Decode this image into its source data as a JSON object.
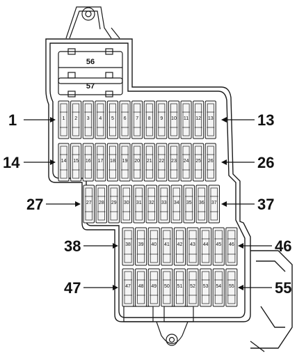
{
  "relays": [
    {
      "id": "relay-56",
      "label": "56"
    },
    {
      "id": "relay-57",
      "label": "57"
    }
  ],
  "rows": [
    {
      "first": 1,
      "last": 13,
      "callout_left": "1",
      "callout_right": "13"
    },
    {
      "first": 14,
      "last": 26,
      "callout_left": "14",
      "callout_right": "26"
    },
    {
      "first": 27,
      "last": 37,
      "callout_left": "27",
      "callout_right": "37"
    },
    {
      "first": 38,
      "last": 46,
      "callout_left": "38",
      "callout_right": "46"
    },
    {
      "first": 47,
      "last": 55,
      "callout_left": "47",
      "callout_right": "55"
    }
  ],
  "colors": {
    "line": "#1a1a1a",
    "body": "#ffffff",
    "fuse_fill": "#f4f4f4"
  }
}
